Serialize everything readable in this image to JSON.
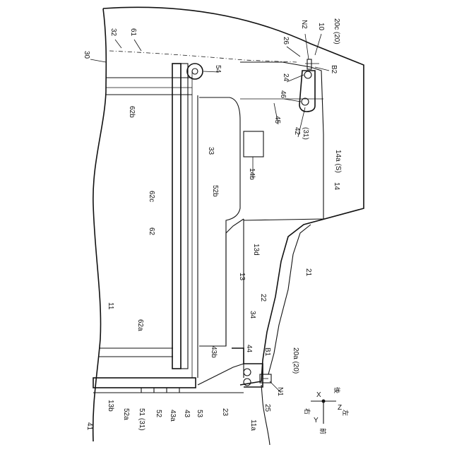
{
  "labels": {
    "n32": "32",
    "n61": "61",
    "n30": "30",
    "nN2": "N2",
    "n10": "10",
    "n20c": "20c (20)",
    "n26": "26",
    "nB2": "B2",
    "n54": "54",
    "n24": "24",
    "n46": "46",
    "n62b": "62b",
    "n45": "45",
    "n42": "42",
    "n31": "(31)",
    "n33": "33",
    "n14a": "14a (S)",
    "n14b": "14b",
    "n14": "14",
    "n52b": "52b",
    "n62c": "62c",
    "n62": "62",
    "n13d": "13d",
    "n21": "21",
    "n13": "13",
    "n22": "22",
    "n11": "11",
    "n34": "34",
    "n62a": "62a",
    "n43b": "43b",
    "n44": "44",
    "nB1": "B1",
    "n20a": "20a (20)",
    "nN1": "N1",
    "n41": "41",
    "n13b": "13b",
    "n52a": "52a",
    "n5131": "51 (31)",
    "n52": "52",
    "n43a": "43a",
    "n43": "43",
    "n53": "53",
    "n23": "23",
    "n25": "25",
    "n11a": "11a"
  },
  "axes": {
    "x": "X",
    "y": "Y",
    "z": "Z",
    "right": "右",
    "rear": "後",
    "left": "左",
    "front": "前"
  }
}
